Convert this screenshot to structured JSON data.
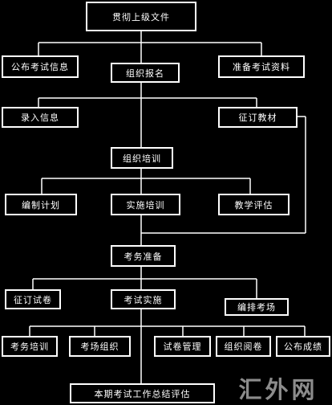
{
  "diagram": {
    "nodes": {
      "top_doc": "贯彻上级文件",
      "publish_info": "公布考试信息",
      "prepare_materials": "准备考试资料",
      "organize_registration": "组织报名",
      "enter_info": "录入信息",
      "order_materials": "征订教材",
      "organize_training": "组织培训",
      "make_plan": "编制计划",
      "implement_training": "实施培训",
      "teaching_eval": "教学评估",
      "exam_prep": "考务准备",
      "order_papers": "征订试卷",
      "exam_implement": "考试实施",
      "arrange_rooms": "编排考场",
      "examiner_training": "考务培训",
      "organize_invigilation": "考场组织",
      "paper_management": "试卷管理",
      "organize_marking": "组织阅卷",
      "publish_results": "公布成绩",
      "final_summary": "本期考试工作总结评估"
    },
    "edges": [
      [
        "top_doc",
        "publish_info"
      ],
      [
        "top_doc",
        "prepare_materials"
      ],
      [
        "top_doc",
        "organize_registration"
      ],
      [
        "organize_registration",
        "enter_info"
      ],
      [
        "organize_registration",
        "order_materials"
      ],
      [
        "organize_registration",
        "organize_training"
      ],
      [
        "organize_training",
        "make_plan"
      ],
      [
        "organize_training",
        "implement_training"
      ],
      [
        "organize_training",
        "teaching_eval"
      ],
      [
        "implement_training",
        "exam_prep"
      ],
      [
        "order_materials",
        "exam_prep"
      ],
      [
        "exam_prep",
        "order_papers"
      ],
      [
        "exam_prep",
        "exam_implement"
      ],
      [
        "exam_prep",
        "arrange_rooms"
      ],
      [
        "exam_implement",
        "examiner_training"
      ],
      [
        "exam_implement",
        "organize_invigilation"
      ],
      [
        "exam_implement",
        "paper_management"
      ],
      [
        "exam_implement",
        "organize_marking"
      ],
      [
        "exam_implement",
        "publish_results"
      ],
      [
        "exam_implement",
        "final_summary"
      ]
    ]
  },
  "watermark": "汇外网"
}
